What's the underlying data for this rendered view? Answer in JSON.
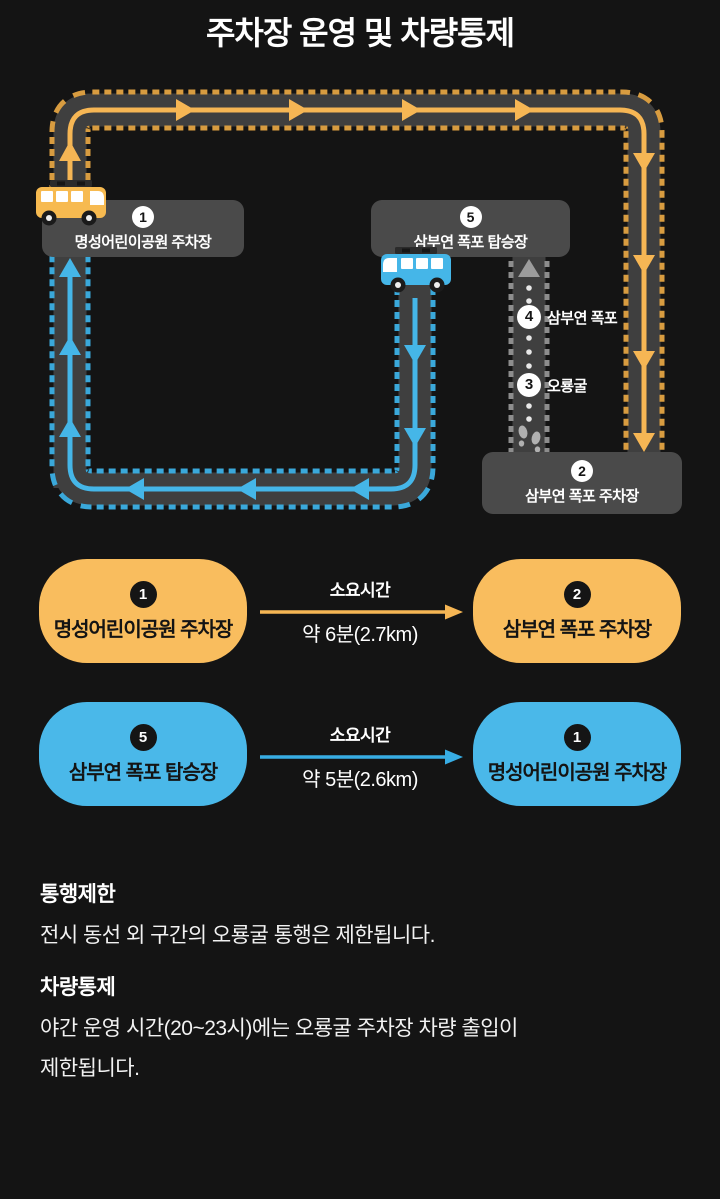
{
  "title": "주차장 운영 및 차량통제",
  "colors": {
    "background": "#141414",
    "road": "#3f3f3f",
    "box": "#4a4a4a",
    "orange_line": "#f6b654",
    "orange_dash": "#d89c40",
    "blue_line": "#45b6e8",
    "blue_dash": "#3aa8da",
    "walk_dash": "#8d8d8d",
    "pill_yellow": "#f9bd5e",
    "pill_blue": "#4ab8e9"
  },
  "stations": [
    {
      "num": "1",
      "label": "명성어린이공원 주차장"
    },
    {
      "num": "5",
      "label": "삼부연 폭포 탑승장"
    },
    {
      "num": "2",
      "label": "삼부연 폭포 주차장"
    }
  ],
  "waypoints": [
    {
      "num": "4",
      "label": "삼부연 폭포"
    },
    {
      "num": "3",
      "label": "오룡굴"
    }
  ],
  "summary": {
    "rows": [
      {
        "from": {
          "num": "1",
          "label": "명성어린이공원 주차장"
        },
        "duration_title": "소요시간",
        "duration": "약 6분(2.7km)",
        "to": {
          "num": "2",
          "label": "삼부연 폭포 주차장"
        }
      },
      {
        "from": {
          "num": "5",
          "label": "삼부연 폭포 탑승장"
        },
        "duration_title": "소요시간",
        "duration": "약 5분(2.6km)",
        "to": {
          "num": "1",
          "label": "명성어린이공원 주차장"
        }
      }
    ]
  },
  "notices": [
    {
      "heading": "통행제한",
      "body": "전시 동선 외 구간의 오룡굴 통행은 제한됩니다."
    },
    {
      "heading": "차량통제",
      "body": "야간 운영 시간(20~23시)에는 오룡굴 주차장 차량 출입이\n제한됩니다."
    }
  ]
}
